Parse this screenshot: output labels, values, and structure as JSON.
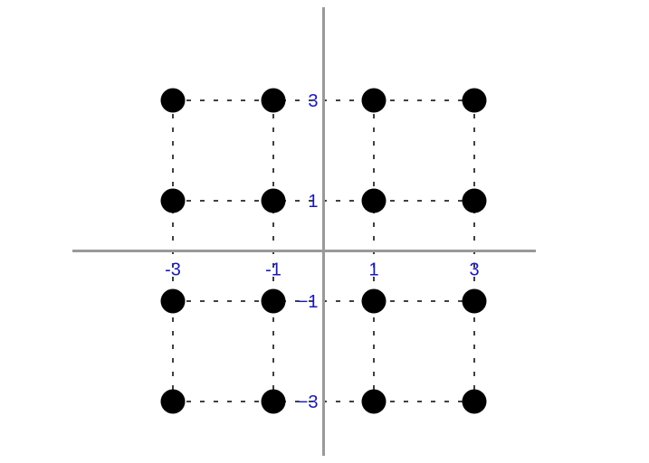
{
  "chart_data": {
    "type": "scatter",
    "xlim": [
      -4.5,
      4.5
    ],
    "ylim": [
      -4.5,
      4.5
    ],
    "x_ticks": [
      "-3",
      "-1",
      "1",
      "3"
    ],
    "y_ticks": [
      "3",
      "1",
      "−1",
      "−3"
    ],
    "tick_values": [
      -3,
      -1,
      1,
      3
    ],
    "points": [
      {
        "x": -3,
        "y": 3
      },
      {
        "x": -1,
        "y": 3
      },
      {
        "x": 1,
        "y": 3
      },
      {
        "x": 3,
        "y": 3
      },
      {
        "x": -3,
        "y": 1
      },
      {
        "x": -1,
        "y": 1
      },
      {
        "x": 1,
        "y": 1
      },
      {
        "x": 3,
        "y": 1
      },
      {
        "x": -3,
        "y": -1
      },
      {
        "x": -1,
        "y": -1
      },
      {
        "x": 1,
        "y": -1
      },
      {
        "x": 3,
        "y": -1
      },
      {
        "x": -3,
        "y": -3
      },
      {
        "x": -1,
        "y": -3
      },
      {
        "x": 1,
        "y": -3
      },
      {
        "x": 3,
        "y": -3
      }
    ],
    "grid": "dashed",
    "colors": {
      "axis": "#999999",
      "point": "#000000",
      "grid": "#000000",
      "label": "#1a1ab8"
    }
  }
}
